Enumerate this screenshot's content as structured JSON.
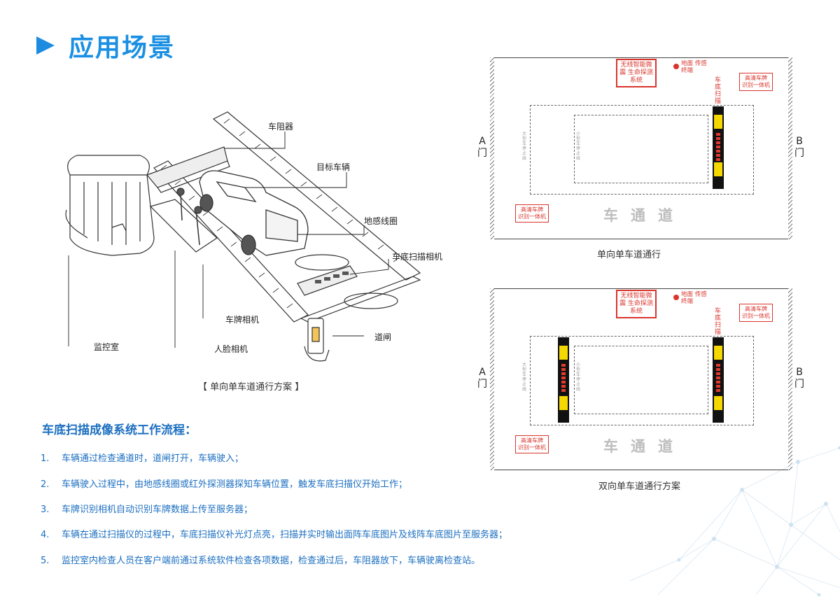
{
  "header": {
    "title": "应用场景"
  },
  "diagram_main": {
    "labels": {
      "barrier": "车阻器",
      "target_vehicle": "目标车辆",
      "ground_loop": "地感线圈",
      "undercarriage_camera": "车底扫描相机",
      "plate_camera": "车牌相机",
      "gate": "道闸",
      "monitor_room": "监控室",
      "face_camera": "人脸相机"
    },
    "caption": "【   单向单车道通行方案   】"
  },
  "plans": [
    {
      "caption": "单向单车道通行",
      "gate_a": "A 门",
      "gate_b": "B 门",
      "detector": "无线智能微震 生命探测系统",
      "ground_terminal": "地面 传感终端",
      "scan_label": "车底扫描",
      "plate_reader_top": "高清车牌 识别一体机",
      "plate_reader_bottom": "高清车牌 识别一体机",
      "big_stop_line": "大型车停止线",
      "small_stop_line": "小型车停止线",
      "lane": "车通道"
    },
    {
      "caption": "双向单车道通行方案",
      "gate_a": "A 门",
      "gate_b": "B 门",
      "detector": "无线智能微震 生命探测系统",
      "ground_terminal": "地面 传感终端",
      "scan_label": "车底扫描",
      "plate_reader_top": "高清车牌 识别一体机",
      "plate_reader_bottom": "高清车牌 识别一体机",
      "big_stop_line": "大型车停止线",
      "small_stop_line": "小型车停止线",
      "lane": "车通道"
    }
  ],
  "workflow": {
    "title": "车底扫描成像系统工作流程：",
    "steps": [
      {
        "num": "1.",
        "text": "车辆通过检查通道时，道闸打开，车辆驶入；"
      },
      {
        "num": "2.",
        "text": "车辆驶入过程中，由地感线圈或红外探测器探知车辆位置，触发车底扫描仪开始工作；"
      },
      {
        "num": "3.",
        "text": "车牌识别相机自动识别车牌数据上传至服务器；"
      },
      {
        "num": "4.",
        "text": "车辆在通过扫描仪的过程中，车底扫描仪补光灯点亮，扫描并实时输出面阵车底图片及线阵车底图片至服务器；"
      },
      {
        "num": "5.",
        "text": "监控室内检查人员在客户端前通过系统软件检查各项数据，检查通过后，车阻器放下，车辆驶离检查站。"
      }
    ]
  },
  "colors": {
    "accent": "#1a8fe3",
    "text_blue": "#1c6fc0",
    "red": "#d9352d",
    "yellow": "#f5d800"
  }
}
